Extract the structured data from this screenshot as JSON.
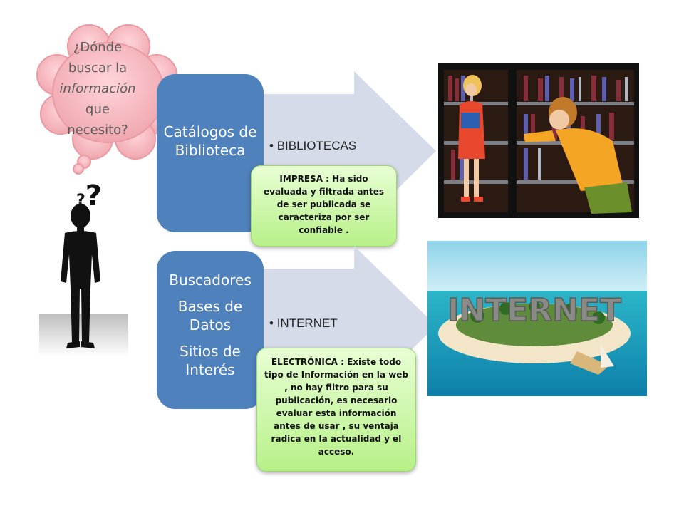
{
  "thought": {
    "lines": [
      "¿Dónde",
      "buscar la",
      "información",
      "que",
      "necesito?"
    ]
  },
  "blocks": {
    "top": {
      "label": "Catálogos de Biblioteca",
      "bullet": "BIBLIOTECAS",
      "callout": "IMPRESA : Ha sido evaluada y filtrada antes de ser publicada se caracteriza por ser confiable ."
    },
    "bottom": {
      "labels": [
        "Buscadores",
        "Bases de Datos",
        "Sitios de Interés"
      ],
      "bullet": "INTERNET",
      "callout": "ELECTRÓNICA : Existe todo tipo de Información en la web , no hay filtro para su publicación, es necesario evaluar esta información antes de usar , su ventaja radica en la actualidad y el acceso."
    }
  },
  "images": {
    "internet_sign": "INTERNET"
  },
  "colors": {
    "box_blue": "#4f81bd",
    "arrow": "#d5dbe9",
    "cloud_fill": "#f4b6bd",
    "callout_green": "#c9f5a4"
  }
}
